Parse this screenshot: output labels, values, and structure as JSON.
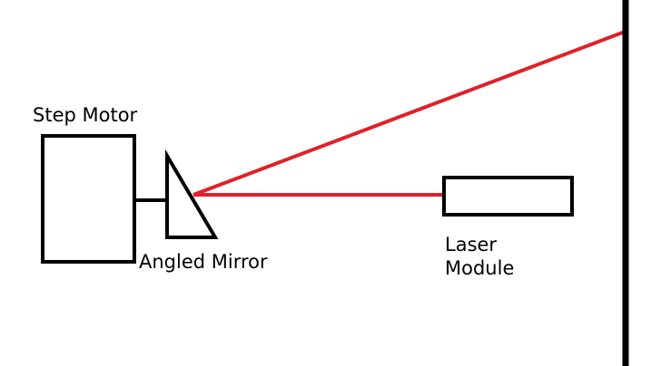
{
  "labels": {
    "step_motor": "Step Motor",
    "angled_mirror": "Angled Mirror",
    "laser_line1": "Laser",
    "laser_line2": "Module"
  },
  "colors": {
    "outline": "#000000",
    "beam": "#e0202a",
    "background": "#ffffff"
  }
}
